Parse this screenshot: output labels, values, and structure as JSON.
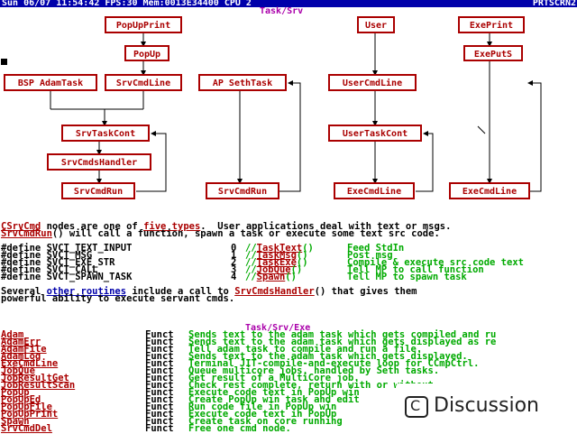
{
  "status_bar": {
    "text": "Sun 06/07 11:54:42 FPS:30 Mem:0013E34400 CPU 2",
    "screen_name": "PRTSCRN2"
  },
  "diagram": {
    "title": "Task/Srv",
    "boxes": {
      "popupprint": "PopUpPrint",
      "popup": "PopUp",
      "bsp": "BSP AdamTask",
      "srvcmdline": "SrvCmdLine",
      "apseth": "AP SethTask",
      "user": "User",
      "usercmdline": "UserCmdLine",
      "exeprint": "ExePrint",
      "exeputs": "ExePutS",
      "srvtaskcont": "SrvTaskCont",
      "usertaskcont": "UserTaskCont",
      "srvcmdshandler": "SrvCmdsHandler",
      "srvcmdrun1": "SrvCmdRun",
      "srvcmdrun2": "SrvCmdRun",
      "execmdline1": "ExeCmdLine",
      "execmdline2": "ExeCmdLine"
    }
  },
  "explain": {
    "l1_link1": "CSrvCmd",
    "l1_a": " nodes are one of ",
    "l1_link2": "five types",
    "l1_b": ".  User applications deal with text or msgs.",
    "l2_link": "SrvCmdRun",
    "l2_b": "() will call a function, spawn a task or execute some text src code."
  },
  "defines": [
    {
      "kw": "#define",
      "name": " SVCT_TEXT_INPUT",
      "num": "0",
      "cm": "//",
      "fn": "TaskText",
      "par": "()",
      "desc": "Feed StdIn"
    },
    {
      "kw": "#define",
      "name": " SVCT_MSG",
      "num": "1",
      "cm": "//",
      "fn": "TaskMsg",
      "par": "()",
      "desc": "Post msg"
    },
    {
      "kw": "#define",
      "name": " SVCT_EXE_STR",
      "num": "2",
      "cm": "//",
      "fn": "TaskExe",
      "par": "()",
      "desc": "Compile & execute src code text"
    },
    {
      "kw": "#define",
      "name": " SVCT_CALL",
      "num": "3",
      "cm": "//",
      "fn": "JobQue",
      "par": "()",
      "desc": "Tell MP to call function"
    },
    {
      "kw": "#define",
      "name": " SVCT_SPAWN_TASK",
      "num": "4",
      "cm": "//",
      "fn": "Spawn",
      "par": "()",
      "desc": "Tell MP to spawn task"
    }
  ],
  "several": {
    "a": "Several ",
    "link1": "other routines",
    "b": " include a call to ",
    "link2": "SrvCmdsHandler",
    "c": "() that gives them",
    "d": "powerful ability to execute servant cmds."
  },
  "exe_title": "Task/Srv/Exe",
  "rows": [
    {
      "name": "Adam",
      "kind": "Funct",
      "desc": "Sends text to the adam task which gets compiled and ru"
    },
    {
      "name": "AdamErr",
      "kind": "Funct",
      "desc": "Sends text to the adam task which gets displayed as re"
    },
    {
      "name": "AdamFile",
      "kind": "Funct",
      "desc": "Tell adam task to compile and run a file."
    },
    {
      "name": "AdamLog",
      "kind": "Funct",
      "desc": "Sends text to the adam task which gets displayed."
    },
    {
      "name": "ExeCmdLine",
      "kind": "Funct",
      "desc": "Terminal JIT-compile-and-execute loop for CCmpCtrl."
    },
    {
      "name": "JobQue",
      "kind": "Funct",
      "desc": "Queue multicore jobs, handled by Seth tasks."
    },
    {
      "name": "JobResultGet",
      "kind": "Funct",
      "desc": "Get result of a MultiCore job."
    },
    {
      "name": "JobResultScan",
      "kind": "Funct",
      "desc": "Check rest complete, return with or without"
    },
    {
      "name": "PopUp",
      "kind": "Funct",
      "desc": "Execute code text in PopUp win"
    },
    {
      "name": "PopUpEd",
      "kind": "Funct",
      "desc": "Create PopUp win task and edit"
    },
    {
      "name": "PopUpFile",
      "kind": "Funct",
      "desc": "Run code file in PopUp win"
    },
    {
      "name": "PopUpPrint",
      "kind": "Funct",
      "desc": "Execute code text in PopUp"
    },
    {
      "name": "Spawn",
      "kind": "Funct",
      "desc": "Create task on core running"
    },
    {
      "name": "SrvCmdDel",
      "kind": "Funct",
      "desc": "Free one cmd node."
    }
  ],
  "discussion": {
    "label": "Discussion",
    "icon": "discussion-c-icon"
  }
}
